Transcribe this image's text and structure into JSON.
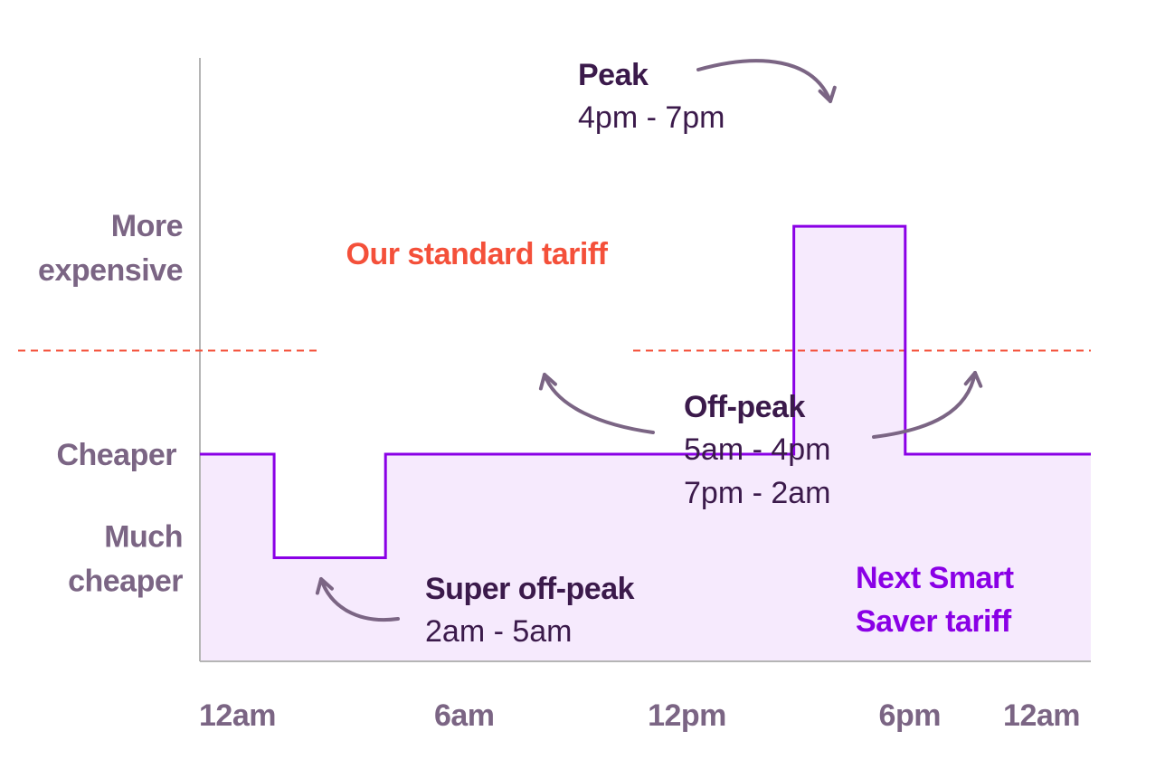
{
  "chart_data": {
    "type": "line",
    "subtype": "step",
    "x_tick_labels": [
      "12am",
      "6am",
      "12pm",
      "6pm",
      "12am"
    ],
    "x_tick_hours": [
      0,
      6,
      12,
      18,
      24
    ],
    "xlim": [
      0,
      24
    ],
    "y_levels": [
      {
        "label": "Much cheaper",
        "lines": [
          "Much",
          "cheaper"
        ],
        "value": 1
      },
      {
        "label": "Cheaper",
        "lines": [
          "Cheaper"
        ],
        "value": 2
      },
      {
        "label": "More expensive",
        "lines": [
          "More",
          "expensive"
        ],
        "value": 4
      }
    ],
    "ylim": [
      0,
      4.5
    ],
    "series": [
      {
        "name": "Next Smart Saver tariff",
        "name_lines": [
          "Next Smart",
          "Saver tariff"
        ],
        "color": "#8a00e6",
        "fill": "#f6eafd",
        "points": [
          [
            0,
            2
          ],
          [
            2,
            2
          ],
          [
            2,
            1
          ],
          [
            5,
            1
          ],
          [
            5,
            2
          ],
          [
            16,
            2
          ],
          [
            16,
            4.2
          ],
          [
            19,
            4.2
          ],
          [
            19,
            2
          ],
          [
            24,
            2
          ]
        ]
      }
    ],
    "reference_lines": [
      {
        "label": "Our standard tariff",
        "value": 3,
        "color": "#f4503a",
        "style": "dashed"
      }
    ],
    "annotations": [
      {
        "id": "peak",
        "title": "Peak",
        "times": [
          "4pm - 7pm"
        ]
      },
      {
        "id": "off-peak",
        "title": "Off-peak",
        "times": [
          "5am - 4pm",
          "7pm - 2am"
        ]
      },
      {
        "id": "super-off-peak",
        "title": "Super off-peak",
        "times": [
          "2am - 5am"
        ]
      }
    ],
    "colors": {
      "axis_label": "#7b6584",
      "annotation": "#3b1a4b",
      "arrow": "#7b6584",
      "axis_line": "#b5b5b5"
    },
    "grid": false,
    "legend": "none"
  }
}
